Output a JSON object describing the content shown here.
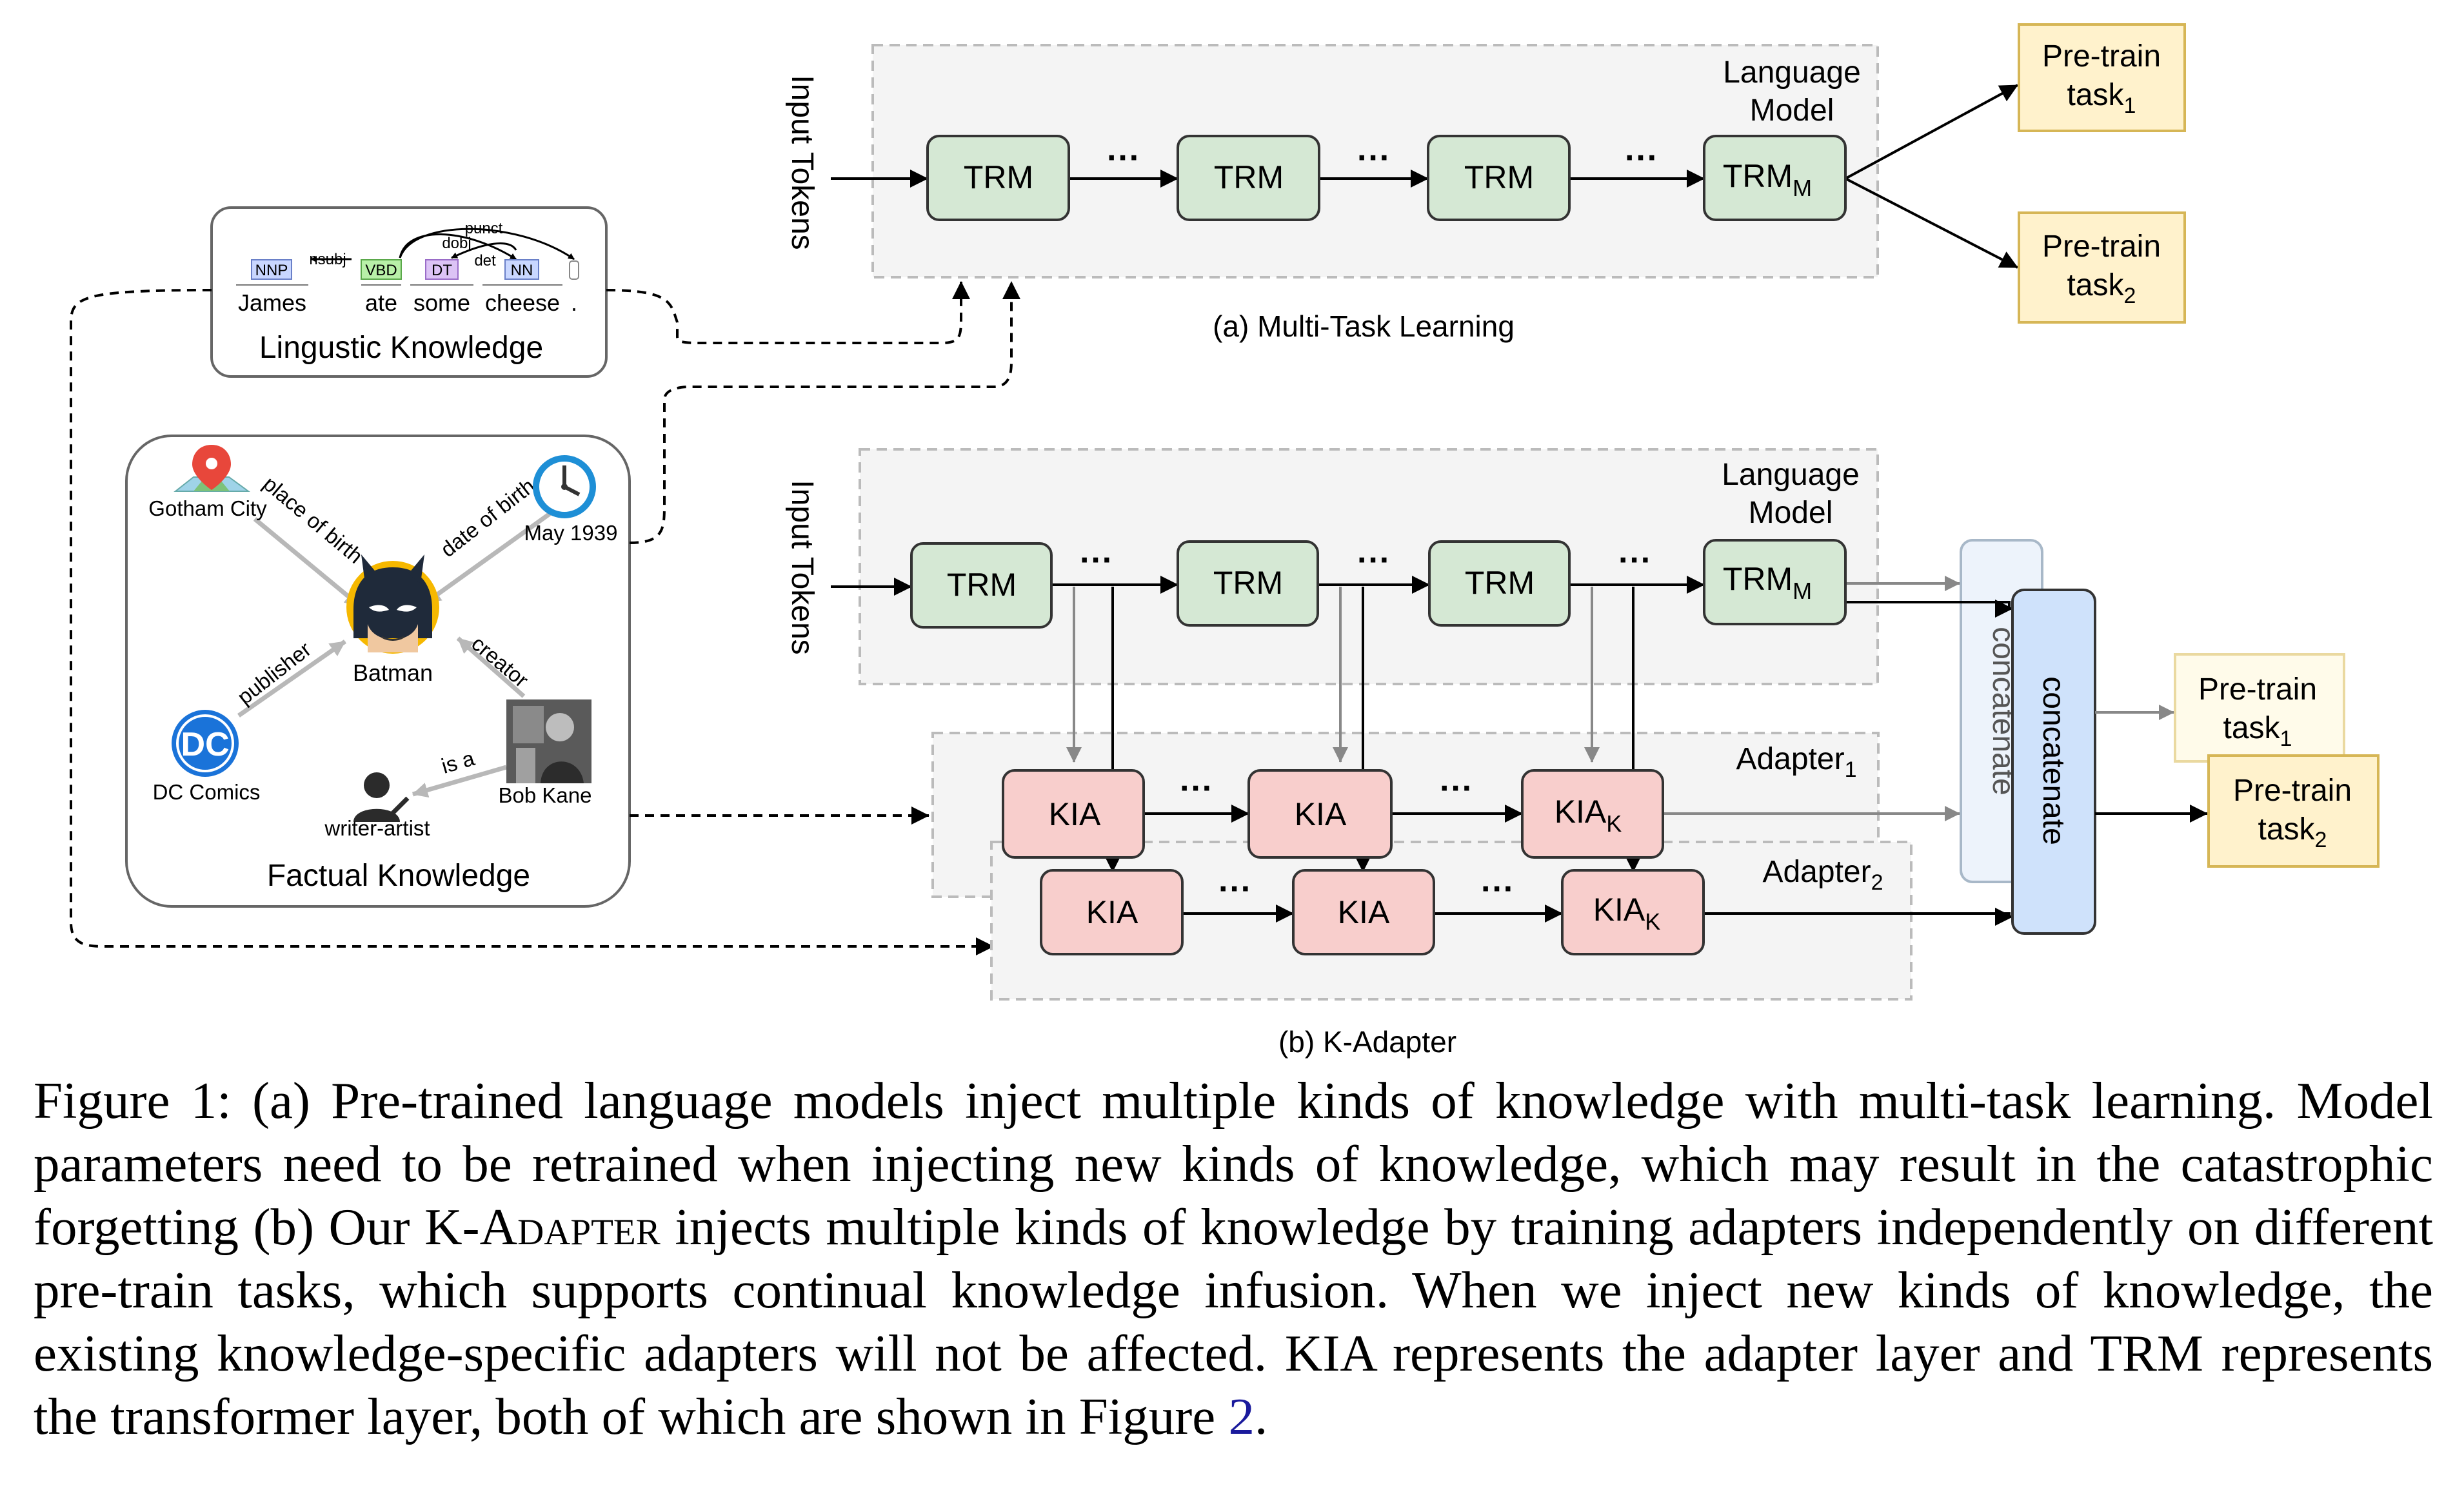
{
  "figure": {
    "ling": {
      "pos_tags": [
        "NNP",
        "VBD",
        "DT",
        "NN"
      ],
      "arcs": [
        "nsubj",
        "dobj",
        "det",
        "punct"
      ],
      "words": [
        "James",
        "ate",
        "some",
        "cheese",
        "."
      ],
      "title": "Lingustic Knowledge"
    },
    "fact": {
      "entities": {
        "gotham": "Gotham City",
        "may": "May 1939",
        "batman": "Batman",
        "dc": "DC Comics",
        "bob": "Bob Kane",
        "writer": "writer-artist"
      },
      "relations": {
        "pob": "place of birth",
        "dob": "date of birth",
        "publisher": "publisher",
        "creator": "creator",
        "isa": "is a"
      },
      "title": "Factual Knowledge"
    },
    "mtl": {
      "side_label": "Input Tokens",
      "box_label_1": "Language",
      "box_label_2": "Model",
      "trm": "TRM",
      "dots": "···",
      "trm_m_base": "TRM",
      "trm_m_sub": "M",
      "task1_line1": "Pre-train",
      "task1_base": "task",
      "task1_sub": "1",
      "task2_line1": "Pre-train",
      "task2_base": "task",
      "task2_sub": "2",
      "caption": "(a) Multi-Task Learning"
    },
    "kad": {
      "side_label": "Input Tokens",
      "box_label_1": "Language",
      "box_label_2": "Model",
      "trm": "TRM",
      "dots": "···",
      "trm_m_base": "TRM",
      "trm_m_sub": "M",
      "adapter1_base": "Adapter",
      "adapter1_sub": "1",
      "adapter2_base": "Adapter",
      "adapter2_sub": "2",
      "kia": "KIA",
      "kia_k_base": "KIA",
      "kia_k_sub": "K",
      "concat": "concatenate",
      "task1_line1": "Pre-train",
      "task1_base": "task",
      "task1_sub": "1",
      "task2_line1": "Pre-train",
      "task2_base": "task",
      "task2_sub": "2",
      "caption": "(b) K-Adapter"
    }
  },
  "caption": {
    "part1": "Figure 1: (a) Pre-trained language models inject multiple kinds of knowledge with multi-task learning. Model parameters need to be retrained when injecting new kinds of knowledge, which may result in the catastrophic forgetting (b) Our ",
    "name_k": "K-",
    "name_adapter": "Adapter",
    "part2": " injects multiple kinds of knowledge by training adapters independently on different pre-train tasks, which supports continual knowledge infusion. When we inject new kinds of knowledge, the existing knowledge-specific adapters will not be affected. KIA represents the adapter layer and TRM represents the transformer layer, both of which are shown in Figure ",
    "ref": "2",
    "part3": "."
  },
  "colors": {
    "trm_fill": "#d5e8d4",
    "trm_stroke": "#333333",
    "kia_fill": "#f8cecc",
    "kia_stroke": "#333333",
    "task_fill": "#fff2cc",
    "task_stroke": "#d6b656",
    "concat_fill": "#dae8fc",
    "concat_stroke": "#333333",
    "panel_fill": "#f4f4f4",
    "panel_stroke": "#bbbbbb",
    "ref": "#1a1a9c"
  }
}
